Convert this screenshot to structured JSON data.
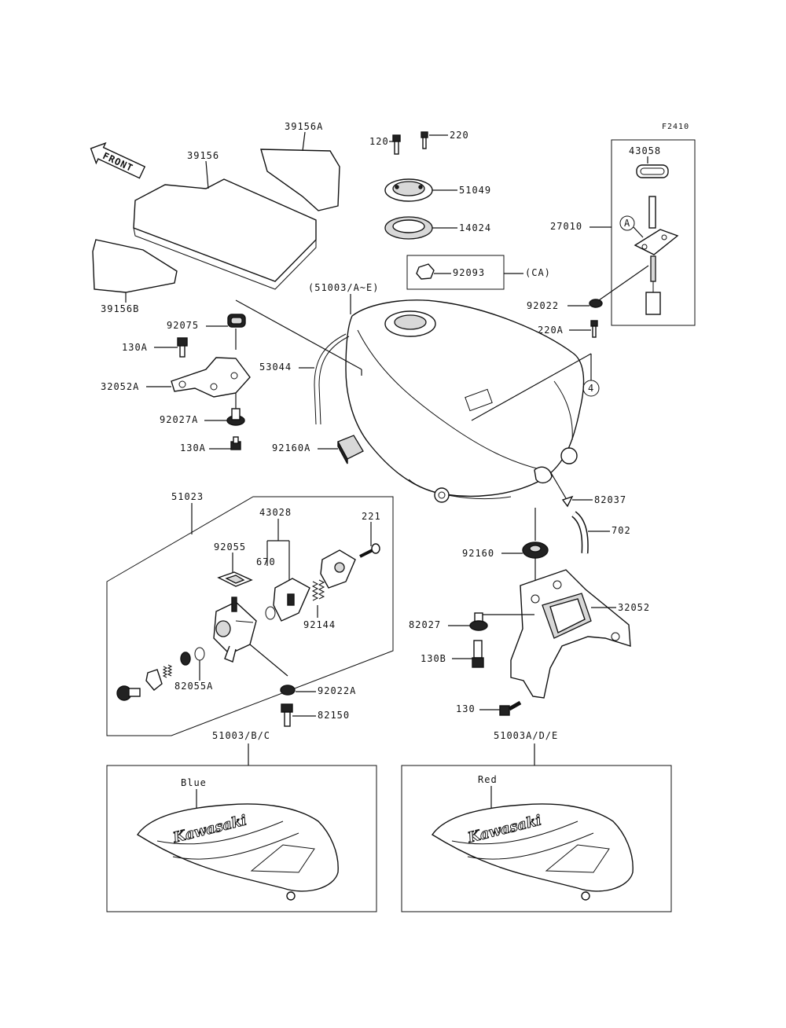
{
  "figure_code": "F2410",
  "front_label": "FRONT",
  "labels": {
    "p39156": "39156",
    "p39156A": "39156A",
    "p39156B": "39156B",
    "p120": "120",
    "p220": "220",
    "p51049": "51049",
    "p14024": "14024",
    "p92093": "92093",
    "ca": "(CA)",
    "p43058": "43058",
    "p27010": "27010",
    "calloutA": "A",
    "p92022": "92022",
    "p220A": "220A",
    "tank_ref": "(51003/A~E)",
    "p92075": "92075",
    "p130A_top": "130A",
    "p32052A": "32052A",
    "p53044": "53044",
    "p92027A": "92027A",
    "p130A": "130A",
    "p92160A": "92160A",
    "circle4": "4",
    "p82037": "82037",
    "p702": "702",
    "p51023": "51023",
    "p43028": "43028",
    "p221": "221",
    "p92055": "92055",
    "p670": "670",
    "p92144": "92144",
    "p82055A": "82055A",
    "p92022A": "92022A",
    "p82150": "82150",
    "p92160": "92160",
    "p32052": "32052",
    "p82027": "82027",
    "p130B": "130B",
    "p130": "130",
    "p51003BC": "51003/B/C",
    "p51003ADE": "51003A/D/E",
    "blue": "Blue",
    "red": "Red",
    "brand_left": "Kawasaki",
    "brand_right": "Kawasaki"
  }
}
